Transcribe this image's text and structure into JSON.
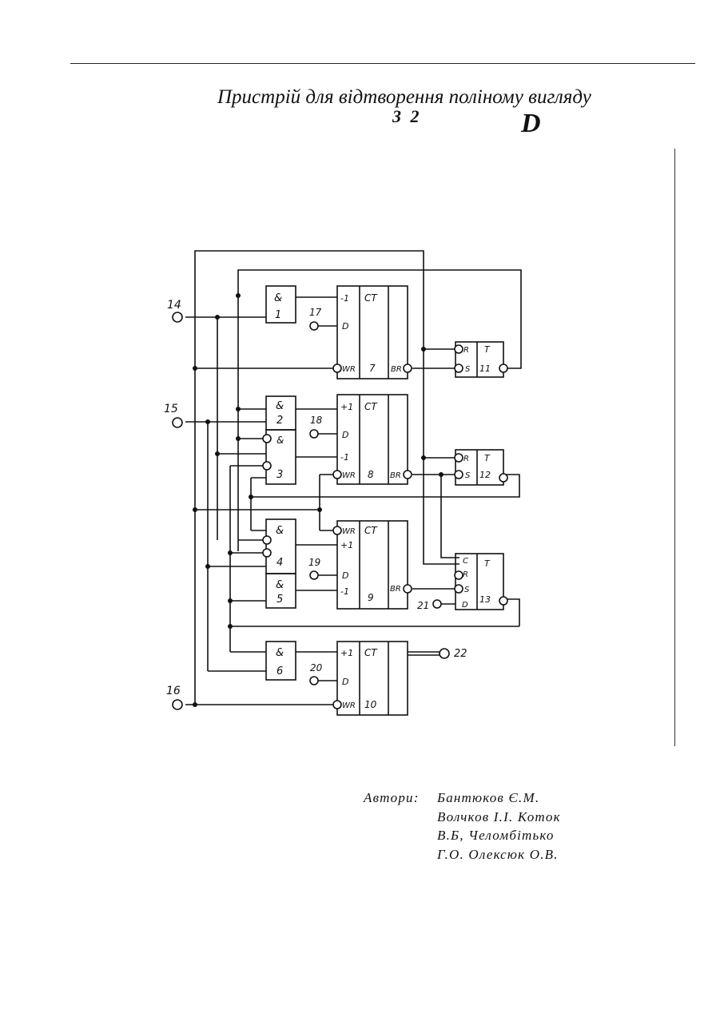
{
  "title": "Пристрій для відтворення поліному вигляду",
  "title_superscript": "3 2",
  "title_letter": "D",
  "authors_label": "Автори:",
  "authors_lines": [
    "Бантюков Є.М.",
    "Волчков І.І. Коток",
    "В.Б, Челомбітько",
    "Г.О. Олексюк О.В."
  ],
  "diagram": {
    "gates": [
      {
        "id": "1",
        "sym": "&"
      },
      {
        "id": "2",
        "sym": "&"
      },
      {
        "id": "3",
        "sym": "&"
      },
      {
        "id": "4",
        "sym": "&"
      },
      {
        "id": "5",
        "sym": "&"
      },
      {
        "id": "6",
        "sym": "&"
      }
    ],
    "counters": [
      {
        "id": "7",
        "head": "CT",
        "pins": [
          "-1",
          "D",
          "WR"
        ],
        "out": "BR"
      },
      {
        "id": "8",
        "head": "CT",
        "pins": [
          "+1",
          "D",
          "-1",
          "WR"
        ],
        "out": "BR"
      },
      {
        "id": "9",
        "head": "CT",
        "pins": [
          "WR",
          "+1",
          "D",
          "-1"
        ],
        "out": "BR"
      },
      {
        "id": "10",
        "head": "CT",
        "pins": [
          "+1",
          "D",
          "WR"
        ],
        "out": ""
      }
    ],
    "triggers": [
      {
        "id": "11",
        "head": "T",
        "pins": [
          "R",
          "S"
        ]
      },
      {
        "id": "12",
        "head": "T",
        "pins": [
          "R",
          "S"
        ]
      },
      {
        "id": "13",
        "head": "T",
        "pins": [
          "C",
          "R",
          "S",
          "D"
        ]
      }
    ],
    "terminals": [
      "14",
      "15",
      "16",
      "17",
      "18",
      "19",
      "20",
      "21",
      "22"
    ]
  }
}
